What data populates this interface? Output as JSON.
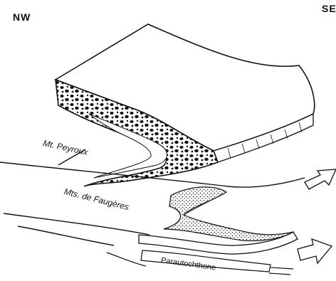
{
  "orientation": {
    "left": "NW",
    "right": "SE"
  },
  "labels": {
    "peyroux": "Mt. Peyroux",
    "faugeres": "Mts. de Faugères",
    "parautochthone": "Parautochthone"
  },
  "colors": {
    "ink": "#111111",
    "paper": "#ffffff"
  }
}
